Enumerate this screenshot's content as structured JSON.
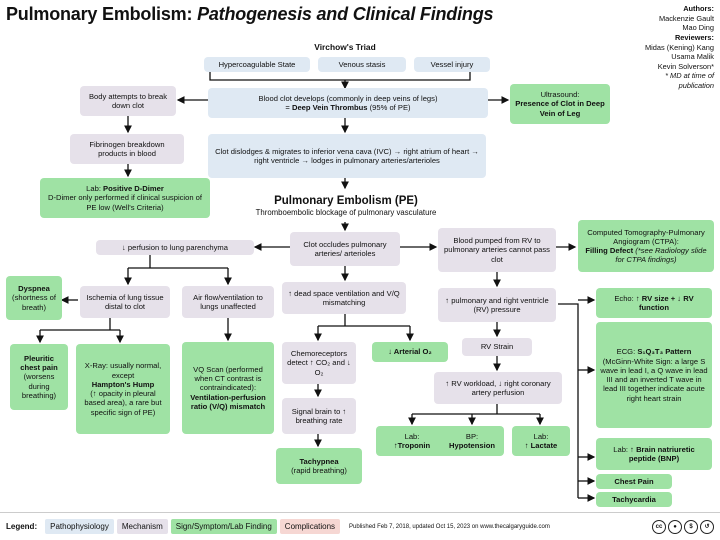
{
  "title": {
    "main": "Pulmonary Embolism:",
    "sub": "Pathogenesis and Clinical Findings"
  },
  "authors": {
    "heading": "Authors:",
    "names": [
      "Mackenzie Gault",
      "Mao Ding"
    ],
    "reviewers_heading": "Reviewers:",
    "reviewers": [
      "Midas (Kening) Kang",
      "Usama Malik",
      "Kevin Solverson*"
    ],
    "note": "* MD at time of publication"
  },
  "virchow": {
    "title": "Virchow's Triad",
    "items": [
      "Hypercoagulable State",
      "Venous stasis",
      "Vessel injury"
    ]
  },
  "nodes": {
    "body_attempts": "Body attempts to break down clot",
    "fibrinogen": "Fibrinogen breakdown products in blood",
    "ddimer_pre": "Lab: ",
    "ddimer_bold": "Positive D-Dimer",
    "ddimer_note": "D-Dimer only performed if clinical suspicion of PE low (Well's Criteria)",
    "clot_line1": "Blood clot develops (commonly in deep veins of legs)",
    "clot_line2_pre": "= ",
    "clot_line2_bold": "Deep Vein Thrombus",
    "clot_line2_post": " (95% of PE)",
    "ultrasound_title": "Ultrasound:",
    "ultrasound_bold": "Presence of Clot in Deep Vein of Leg",
    "dislodges": "Clot dislodges & migrates to inferior vena cava (IVC) → right atrium of heart → right ventricle → lodges in pulmonary arteries/arterioles",
    "pe_title": "Pulmonary Embolism (PE)",
    "pe_sub": "Thromboembolic blockage of pulmonary vasculature",
    "perfusion": "↓ perfusion to lung parenchyma",
    "occludes": "Clot occludes pulmonary arteries/ arterioles",
    "pumped": "Blood pumped from RV to pulmonary arteries cannot pass clot",
    "ct_line": "Computed Tomography-Pulmonary Angiogram (CTPA):",
    "ct_bold": "Filling Defect",
    "ct_italic": " (*see Radiology slide for CTPA findings)",
    "dyspnea_bold": "Dyspnea",
    "dyspnea_rest": "(shortness of breath)",
    "ischemia": "Ischemia of lung tissue distal to clot",
    "airflow": "Air flow/ventilation to lungs unaffected",
    "deadspace": "↑ dead space ventilation and V/Q mismatching",
    "pressure": "↑ pulmonary and right ventricle (RV) pressure",
    "echo_pre": "Echo: ",
    "echo_bold": "↑ RV size + ↓ RV function",
    "pleuritic_bold": "Pleuritic chest pain",
    "pleuritic_rest": "(worsens during breathing)",
    "xray_pre": "X-Ray: usually normal, except",
    "xray_bold": "Hampton's Hump",
    "xray_post": "(↑ opacity in pleural based area), a rare but specific sign of PE)",
    "vq_line": "VQ Scan (performed when CT contrast is contraindicated):",
    "vq_bold": "Ventilation-perfusion ratio (V/Q) mismatch",
    "chemo": "Chemoreceptors detect ↑ CO₂ and ↓ O₂",
    "arterial": "↓ Arterial O₂",
    "rvstrain": "RV Strain",
    "ecg_pre": "ECG: ",
    "ecg_bold": "S₁Q₃T₃ Pattern",
    "ecg_rest": "(McGinn-White Sign: a large S wave in lead I, a Q wave in lead III and an inverted T wave in lead III together indicate acute right heart strain",
    "signal": "Signal brain to ↑ breathing rate",
    "rvworkload": "↑ RV workload, ↓ right coronary artery perfusion",
    "bnp_pre": "Lab: ",
    "bnp_bold": "↑ Brain natriuretic peptide (BNP)",
    "tachypnea_bold": "Tachypnea",
    "tachypnea_rest": "(rapid breathing)",
    "troponin_pre": "Lab:",
    "troponin_bold": "↑Troponin",
    "bp_pre": "BP:",
    "bp_bold": "Hypotension",
    "lactate_pre": "Lab:",
    "lactate_bold": "↑ Lactate",
    "chestpain": "Chest Pain",
    "tachycardia": "Tachycardia"
  },
  "legend": {
    "label": "Legend:",
    "items": [
      "Pathophysiology",
      "Mechanism",
      "Sign/Symptom/Lab Finding",
      "Complications"
    ],
    "published": "Published Feb 7, 2018, updated Oct 15, 2023 on www.thecalgaryguide.com"
  },
  "colors": {
    "pathophysiology": "#dfe9f3",
    "mechanism": "#e6e1ea",
    "sign": "#9fe2a4",
    "complications": "#f6d7d3"
  }
}
